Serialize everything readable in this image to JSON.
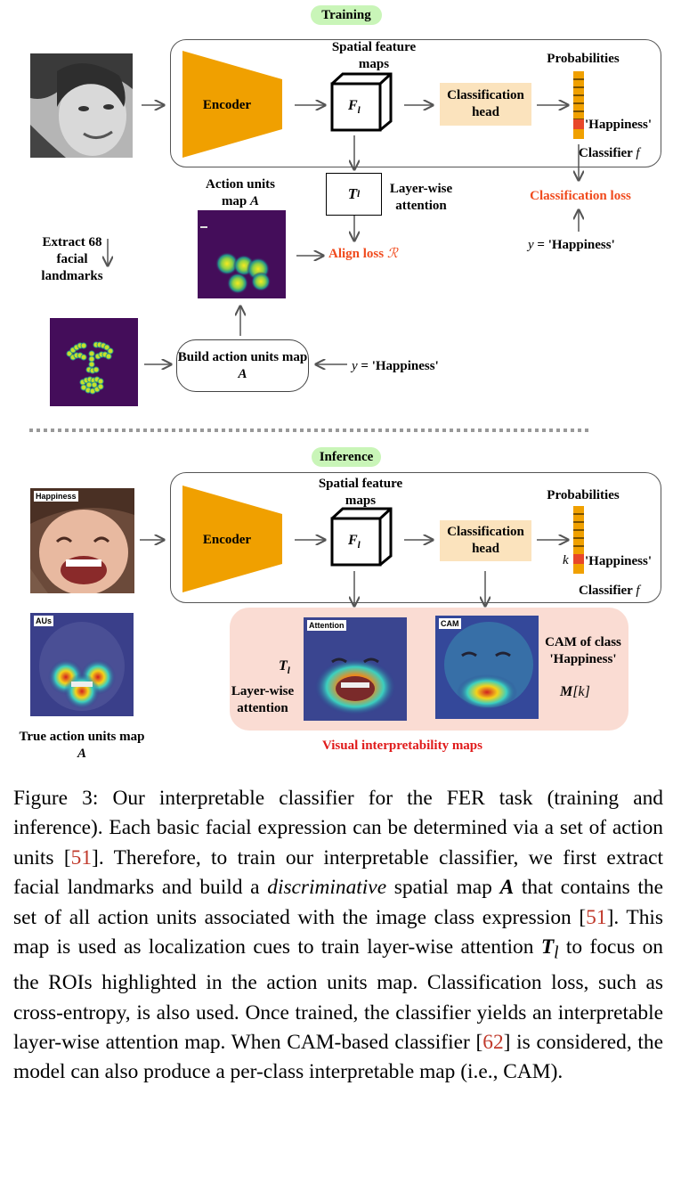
{
  "training": {
    "badge": "Training",
    "encoder": "Encoder",
    "feature_maps_title": "Spatial feature maps",
    "feature_symbol": "F",
    "feature_sub": "l",
    "classification_head": "Classification head",
    "probabilities": "Probabilities",
    "happiness_label": "'Happiness'",
    "classifier": "Classifier",
    "classifier_symbol": "f",
    "t_symbol": "T",
    "t_sub": "l",
    "layer_wise_attention": "Layer-wise attention",
    "au_map_title": "Action units map",
    "au_map_symbol": "A",
    "align_loss": "Align loss",
    "align_symbol": "ℛ",
    "classification_loss": "Classification loss",
    "y_label": "= 'Happiness'",
    "y_symbol": "y",
    "extract": "Extract 68 facial landmarks",
    "build": "Build action units map",
    "build_symbol": "A"
  },
  "inference": {
    "badge": "Inference",
    "encoder": "Encoder",
    "feature_maps_title": "Spatial feature maps",
    "feature_symbol": "F",
    "feature_sub": "l",
    "classification_head": "Classification head",
    "probabilities": "Probabilities",
    "k_symbol": "k",
    "happiness_label": "'Happiness'",
    "classifier": "Classifier",
    "classifier_symbol": "f",
    "input_tag": "Happiness",
    "aus_tag": "AUs",
    "true_au_map": "True action units map",
    "true_au_symbol": "A",
    "t_symbol": "T",
    "t_sub": "l",
    "layer_wise_attention": "Layer-wise attention",
    "attention_tag": "Attention",
    "cam_tag": "CAM",
    "cam_of_class": "CAM of class 'Happiness'",
    "m_symbol": "M",
    "m_k": "[k]",
    "visual_maps": "Visual interpretability maps"
  },
  "caption": {
    "p1": "Figure 3: Our interpretable classifier for the FER task (training and inference). Each basic facial expression can be determined via a set of action units [",
    "ref1": "51",
    "p2": "]. Therefore, to train our interpretable classifier, we first extract facial landmarks and build a ",
    "em": "discriminative",
    "p3": " spatial map ",
    "sym_A": "A",
    "p4": " that contains the set of all action units associated with the image class expression [",
    "ref2": "51",
    "p5": "]. This map is used as localization cues to train layer-wise attention ",
    "sym_T": "T",
    "sym_T_sub": "l",
    "p6": " to focus on the ROIs highlighted in the action units map. Classification loss, such as cross-entropy, is also used. Once trained, the classifier yields an interpretable layer-wise attention map. When CAM-based classifier [",
    "ref3": "62",
    "p7": "] is considered, the model can also produce a per-class interpretable map (i.e., CAM)."
  },
  "colors": {
    "encoder": "#f0a000",
    "classification_head": "#fbe3bd",
    "badge": "#c9f5b8",
    "loss": "#f04a1c",
    "visual_panel": "#fadcd3",
    "prob_highlight": "#e8472a"
  }
}
